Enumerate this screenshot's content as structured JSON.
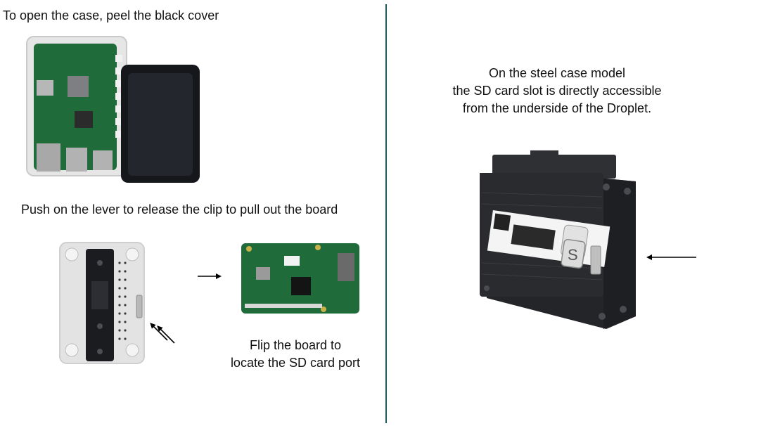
{
  "left_panel": {
    "step1_caption": "To open the case, peel the black cover",
    "step2_caption": "Push on the lever to release the clip to pull out the board",
    "step3_caption_line1": "Flip the board to",
    "step3_caption_line2": "locate the SD card port"
  },
  "right_panel": {
    "caption_line1": "On the steel case model",
    "caption_line2": "the SD card slot is directly accessible",
    "caption_line3": "from the underside of the Droplet."
  },
  "colors": {
    "divider": "#1f5c66",
    "pcb_green": "#1f6b3a",
    "case_white": "#e6e6e6",
    "cover_black": "#15171b",
    "steel_case": "#2a2b2e",
    "arrow": "#000000"
  },
  "icons": {
    "logo": "s-logo-icon",
    "arrows": "arrow-icon"
  }
}
